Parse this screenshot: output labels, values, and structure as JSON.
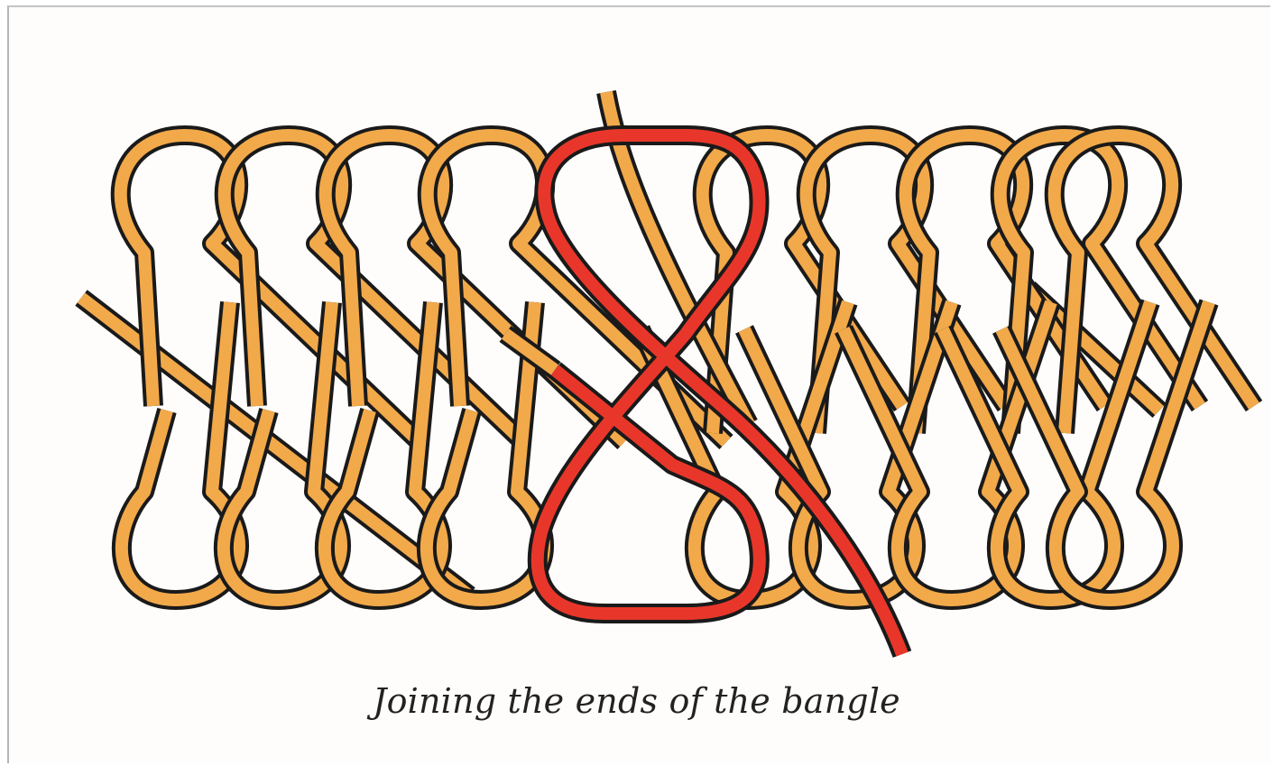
{
  "caption": "Joining the ends of the bangle",
  "colors": {
    "cord": "#f2a94a",
    "joining_cord": "#e8372a",
    "outline": "#1a1a1a",
    "background": "#fffdfb"
  },
  "diagram": {
    "subject": "herringbone-knot-bangle",
    "loops_left_of_join": 4,
    "loops_right_of_join": 5,
    "highlighted_strand": "joining-cord"
  }
}
